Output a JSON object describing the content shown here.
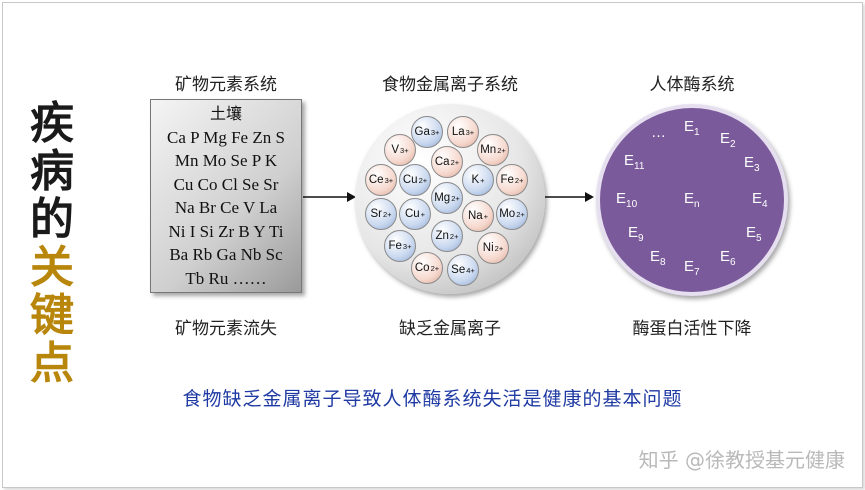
{
  "title_chars": [
    "疾",
    "病",
    "的",
    "关",
    "键",
    "点"
  ],
  "col1": {
    "top_label": "矿物元素系统",
    "bottom_label": "矿物元素流失",
    "box_heading": "土壤",
    "box_lines": [
      "Ca P Mg Fe Zn S",
      "Mn Mo Se P K",
      "Cu Co Cl Se Sr",
      "Na Br Ce V La",
      "Ni I Si Zr B Y Ti",
      "Ba Rb Ga Nb Sc",
      "Tb Ru ……"
    ]
  },
  "col2": {
    "top_label": "食物金属离子系统",
    "bottom_label": "缺乏金属离子",
    "ions": [
      {
        "sym": "Ga",
        "chg": "3+",
        "color": "blue"
      },
      {
        "sym": "La",
        "chg": "3+",
        "color": "pink"
      },
      {
        "sym": "V",
        "chg": "3+",
        "color": "pink"
      },
      {
        "sym": "Mn",
        "chg": "2+",
        "color": "pink"
      },
      {
        "sym": "Ca",
        "chg": "2+",
        "color": "pink"
      },
      {
        "sym": "Ce",
        "chg": "3+",
        "color": "pink"
      },
      {
        "sym": "Cu",
        "chg": "2+",
        "color": "blue"
      },
      {
        "sym": "K",
        "chg": "+",
        "color": "blue"
      },
      {
        "sym": "Fe",
        "chg": "2+",
        "color": "pink"
      },
      {
        "sym": "Mg",
        "chg": "2+",
        "color": "blue"
      },
      {
        "sym": "Sr",
        "chg": "2+",
        "color": "blue"
      },
      {
        "sym": "Cu",
        "chg": "+",
        "color": "blue"
      },
      {
        "sym": "Na",
        "chg": "+",
        "color": "pink"
      },
      {
        "sym": "Mo",
        "chg": "2+",
        "color": "blue"
      },
      {
        "sym": "Fe",
        "chg": "3+",
        "color": "blue"
      },
      {
        "sym": "Zn",
        "chg": "2+",
        "color": "blue"
      },
      {
        "sym": "Ni",
        "chg": "2+",
        "color": "pink"
      },
      {
        "sym": "Co",
        "chg": "2+",
        "color": "pink"
      },
      {
        "sym": "Se",
        "chg": "4+",
        "color": "blue"
      }
    ]
  },
  "col3": {
    "top_label": "人体酶系统",
    "bottom_label": "酶蛋白活性下降",
    "enzymes": [
      {
        "base": "…",
        "sub": ""
      },
      {
        "base": "E",
        "sub": "1"
      },
      {
        "base": "E",
        "sub": "2"
      },
      {
        "base": "E",
        "sub": "11"
      },
      {
        "base": "E",
        "sub": "3"
      },
      {
        "base": "E",
        "sub": "10"
      },
      {
        "base": "E",
        "sub": "n"
      },
      {
        "base": "E",
        "sub": "4"
      },
      {
        "base": "E",
        "sub": "9"
      },
      {
        "base": "E",
        "sub": "5"
      },
      {
        "base": "E",
        "sub": "8"
      },
      {
        "base": "E",
        "sub": "7"
      },
      {
        "base": "E",
        "sub": "6"
      }
    ]
  },
  "bottom_text": "食物缺乏金属离子导致人体酶系统失活是健康的基本问题",
  "watermark": "知乎 @徐教授基元健康",
  "colors": {
    "enzyme_fill": "#7a5a9a",
    "title_accent": "#b8860b",
    "bottom_text": "#1f3aa3"
  }
}
